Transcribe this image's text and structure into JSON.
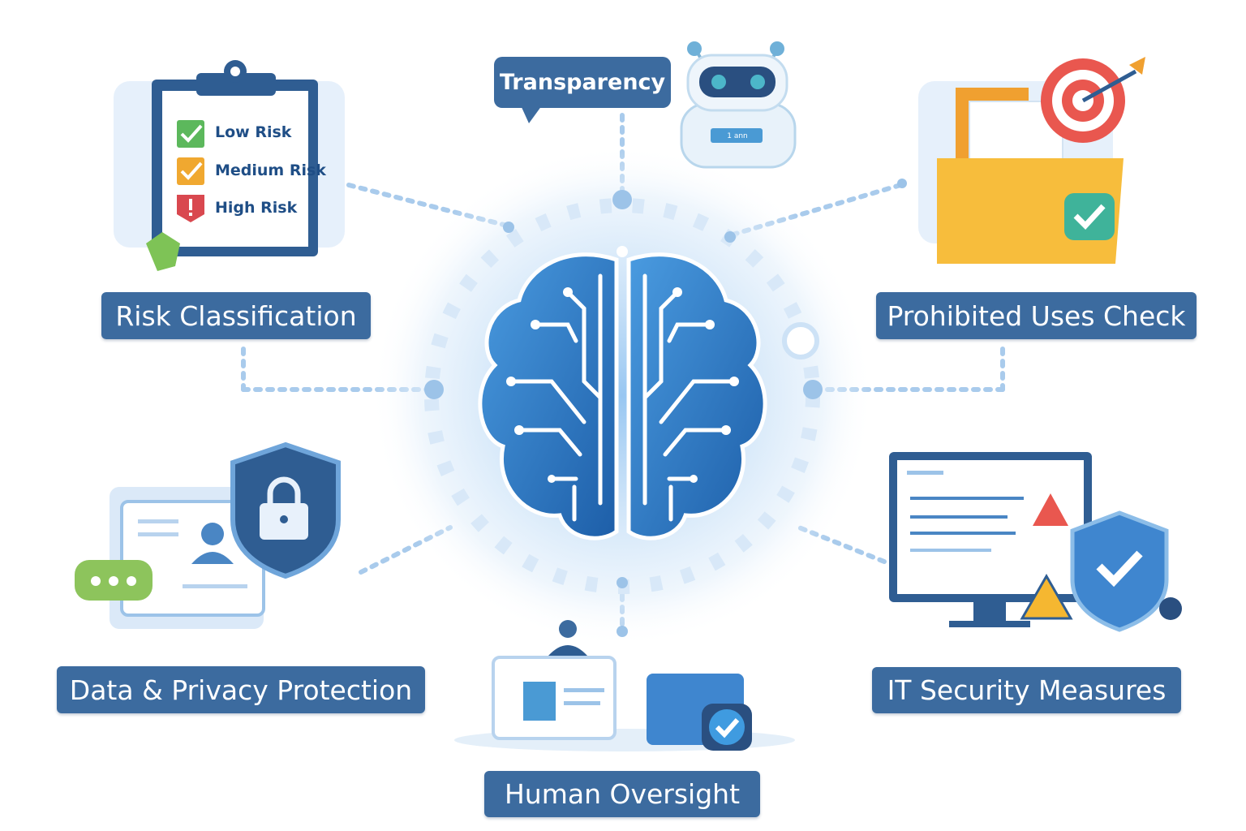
{
  "title_bubble": "Transparency",
  "robot_screen": "1 ann",
  "risk_levels": [
    {
      "label": "Low Risk",
      "color": "#5cb85c"
    },
    {
      "label": "Medium Risk",
      "color": "#f0a830"
    },
    {
      "label": "High Risk",
      "color": "#d9484f"
    }
  ],
  "labels": {
    "risk": "Risk Classification",
    "prohibited": "Prohibited Uses Check",
    "privacy": "Data & Privacy Protection",
    "security": "IT Security Measures",
    "oversight": "Human Oversight"
  },
  "colors": {
    "label_bg": "#3c6b9f",
    "brain": "#2f7cc4",
    "accent": "#9cc3e8"
  }
}
